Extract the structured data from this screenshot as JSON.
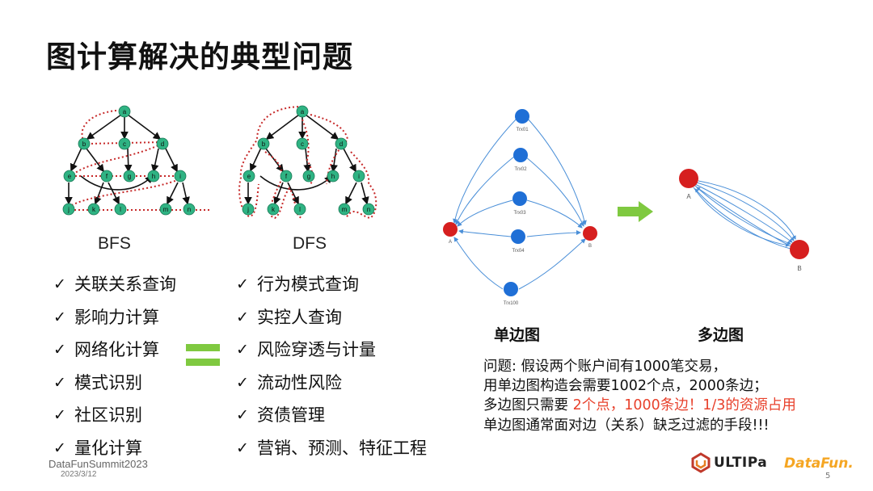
{
  "slide": {
    "title": "图计算解决的典型问题",
    "bfs_label": "BFS",
    "dfs_label": "DFS"
  },
  "left_list": [
    "关联关系查询",
    "影响力计算",
    "网络化计算",
    "模式识别",
    "社区识别",
    "量化计算"
  ],
  "right_list": [
    "行为模式查询",
    "实控人查询",
    "风险穿透与计量",
    "流动性风险",
    "资债管理",
    "营销、预测、特征工程"
  ],
  "check_glyph": "✓",
  "tree_nodes": [
    "a",
    "b",
    "c",
    "d",
    "e",
    "f",
    "g",
    "h",
    "i",
    "j",
    "k",
    "l",
    "m",
    "n"
  ],
  "single_edge": {
    "caption": "单边图",
    "node_a": "A",
    "node_b": "B",
    "trx": [
      "Trx01",
      "Trx02",
      "Trx03",
      "Trx04",
      "Trx100"
    ]
  },
  "multi_edge": {
    "caption": "多边图",
    "node_a": "A",
    "node_b": "B"
  },
  "problem": {
    "line1": "问题: 假设两个账户间有1000笔交易，",
    "line2": "用单边图构造会需要1002个点，2000条边；",
    "line3_prefix": "多边图只需要",
    "line3_highlight": " 2个点，1000条边！1/3的资源占用",
    "line4": "单边图通常面对边（关系）缺乏过滤的手段!!!"
  },
  "footer": {
    "brand": "DataFunSummit2023",
    "date": "2023/3/12",
    "page": "5",
    "logo_ultipa": "ULTIPa",
    "logo_datafun": "DataFun."
  },
  "colors": {
    "node_green": "#2fb383",
    "node_blue": "#1f6fd6",
    "node_red": "#d61f1f",
    "dotted_red": "#c62828",
    "equal_green": "#7fc940",
    "highlight": "#e8412c",
    "edge_blue": "#4a8fd8"
  }
}
